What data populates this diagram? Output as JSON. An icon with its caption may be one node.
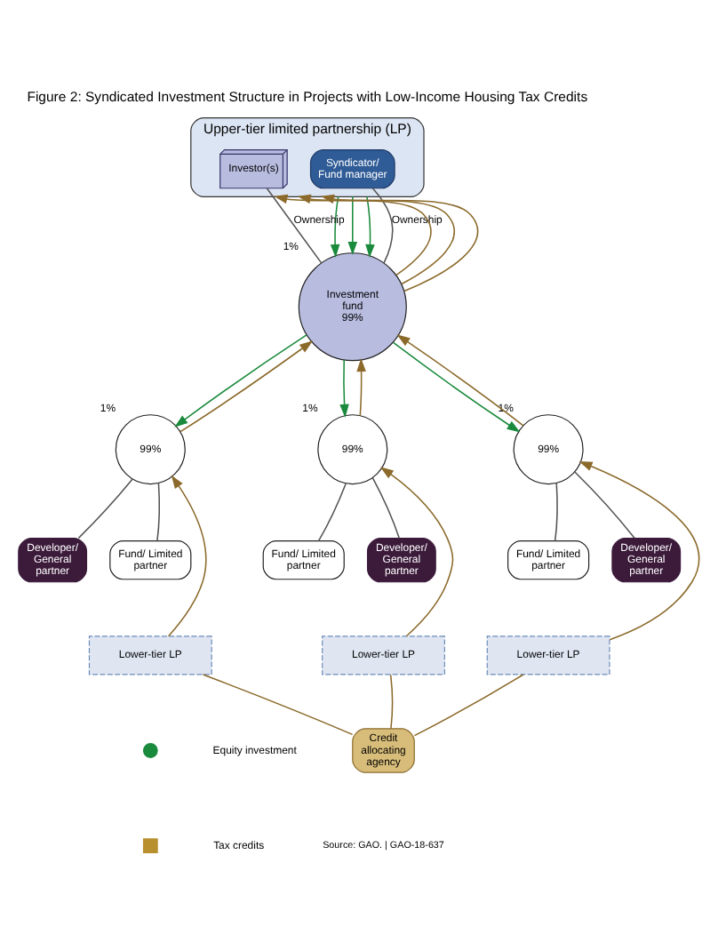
{
  "diagram": {
    "title": "Figure 2: Syndicated Investment Structure in Projects with Low-Income Housing Tax Credits",
    "caption": "Source: GAO. | GAO-18-637",
    "nodes": [
      {
        "text": [
          "Upper-tier limited partnership (LP)"
        ]
      },
      {
        "text": [
          "Syndicator/ Fund manager"
        ],
        "in": 0
      },
      {
        "text": [
          "Investor(s)"
        ],
        "in": 0
      },
      {
        "text": [
          "Investment fund",
          "99%"
        ],
        "beside": [
          "1%"
        ]
      },
      {
        "text": [
          "99%"
        ],
        "beside": [
          "1%"
        ]
      },
      {
        "text": [
          "Developer/ General partner"
        ]
      },
      {
        "text": [
          "Fund/ Limited partner"
        ]
      },
      {
        "text": [
          "Lower-tier LP"
        ]
      },
      {
        "text": [
          "99%"
        ],
        "beside": [
          "1%"
        ]
      },
      {
        "text": [
          "Developer/ General partner"
        ]
      },
      {
        "text": [
          "Fund/ Limited partner"
        ]
      },
      {
        "text": [
          "Lower-tier LP"
        ]
      },
      {
        "text": [
          "99%"
        ],
        "beside": [
          "1%"
        ]
      },
      {
        "text": [
          "Developer/ General partner"
        ]
      },
      {
        "text": [
          "Fund/ Limited partner"
        ]
      },
      {
        "text": [
          "Lower-tier LP"
        ]
      },
      {
        "text": [
          "Credit allocating agency"
        ]
      }
    ],
    "edges": [
      {
        "from": 1,
        "to": 3,
        "arrow": "none",
        "label": "Ownership",
        "color": "#555555"
      },
      {
        "from": 2,
        "to": 3,
        "arrow": "none",
        "label": "Ownership",
        "color": "#555555"
      },
      {
        "from": 0,
        "to": 3,
        "arrow": "to",
        "color": "#1a8a3c"
      },
      {
        "from": 0,
        "to": 3,
        "arrow": "to",
        "color": "#1a8a3c"
      },
      {
        "from": 0,
        "to": 3,
        "arrow": "to",
        "color": "#1a8a3c"
      },
      {
        "from": 3,
        "to": 0,
        "arrow": "to"
      },
      {
        "from": 3,
        "to": 0,
        "arrow": "to"
      },
      {
        "from": 3,
        "to": 0,
        "arrow": "to"
      },
      {
        "from": 3,
        "to": 4,
        "arrow": "to",
        "color": "#1a8a3c"
      },
      {
        "from": 4,
        "to": 3,
        "arrow": "to"
      },
      {
        "from": 3,
        "to": 12,
        "arrow": "to",
        "color": "#1a8a3c"
      },
      {
        "from": 12,
        "to": 3,
        "arrow": "to"
      },
      {
        "from": 3,
        "to": 8,
        "arrow": "to",
        "color": "#1a8a3c"
      },
      {
        "from": 8,
        "to": 3,
        "arrow": "to"
      },
      {
        "from": 5,
        "to": 4,
        "arrow": "none",
        "color": "#555555"
      },
      {
        "from": 6,
        "to": 4,
        "arrow": "none",
        "color": "#555555"
      },
      {
        "from": 7,
        "to": 4,
        "arrow": "to"
      },
      {
        "from": 9,
        "to": 8,
        "arrow": "none",
        "color": "#555555"
      },
      {
        "from": 10,
        "to": 8,
        "arrow": "none",
        "color": "#555555"
      },
      {
        "from": 11,
        "to": 8,
        "arrow": "to"
      },
      {
        "from": 13,
        "to": 12,
        "arrow": "none",
        "color": "#555555"
      },
      {
        "from": 14,
        "to": 12,
        "arrow": "none",
        "color": "#555555"
      },
      {
        "from": 15,
        "to": 12,
        "arrow": "to"
      },
      {
        "from": 16,
        "to": 7,
        "arrow": "none"
      },
      {
        "from": 16,
        "to": 15,
        "arrow": "none"
      },
      {
        "from": 16,
        "to": 11,
        "arrow": "none"
      }
    ],
    "legend": [
      {
        "text": "Equity investment"
      },
      {
        "text": "Tax credits"
      }
    ]
  }
}
